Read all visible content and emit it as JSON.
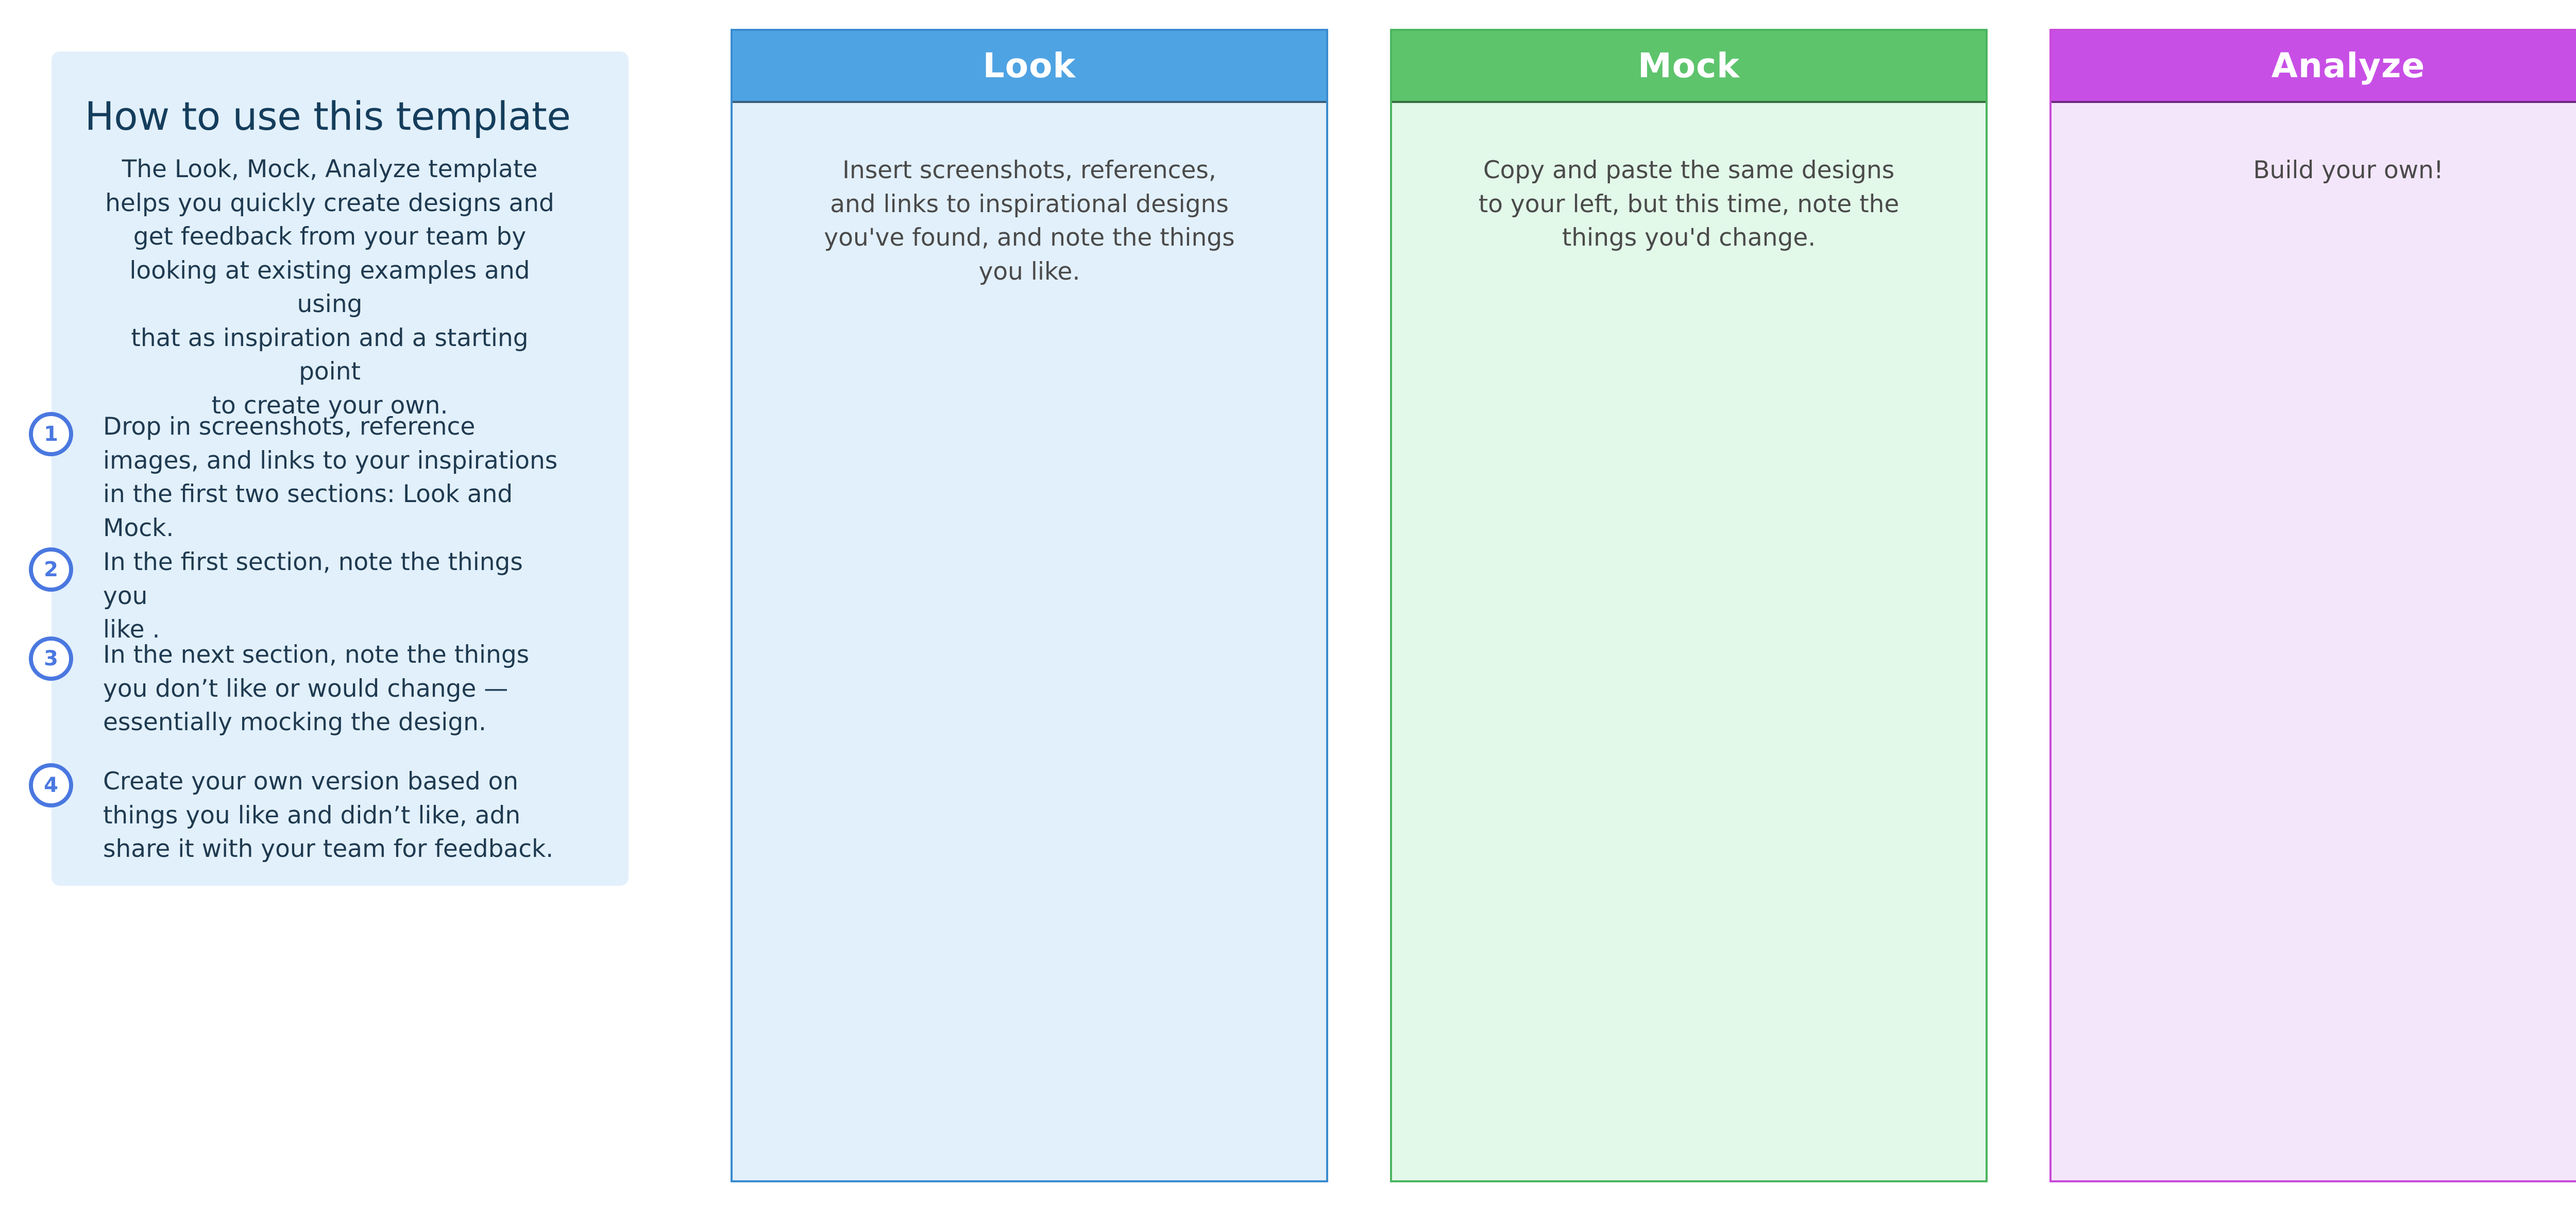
{
  "instructions": {
    "title": "How to use this template",
    "intro": "The Look, Mock, Analyze template\nhelps you quickly create designs and\nget feedback from your team by\nlooking at existing examples and using\nthat as inspiration and a starting point\nto create your own.",
    "steps": [
      {
        "number": "1",
        "text": "Drop in screenshots, reference\nimages, and links to your inspirations\nin the first two sections: Look and\nMock."
      },
      {
        "number": "2",
        "text": "In the first section, note the things you\nlike ."
      },
      {
        "number": "3",
        "text": "In the next section, note the things\nyou don’t like or would change —\nessentially mocking the design."
      },
      {
        "number": "4",
        "text": "Create your own version based on\nthings you like and didn’t like, adn\nshare it with your team for feedback."
      }
    ]
  },
  "columns": {
    "look": {
      "title": "Look",
      "description": "Insert screenshots, references,\nand links to inspirational designs\nyou've found, and note the things\nyou like."
    },
    "mock": {
      "title": "Mock",
      "description": "Copy and paste the same designs\nto your left, but this time, note the\nthings you'd change."
    },
    "analyze": {
      "title": "Analyze",
      "description": "Build your own!"
    }
  },
  "colors": {
    "instructions_bg": "#e2f0fb",
    "step_number": "#4a78e0",
    "look_header": "#4ea3e3",
    "look_bg": "#e2f0fb",
    "mock_header": "#5dc46c",
    "mock_bg": "#e2f8e9",
    "analyze_header": "#c84fe6",
    "analyze_bg": "#f4e6fa"
  }
}
